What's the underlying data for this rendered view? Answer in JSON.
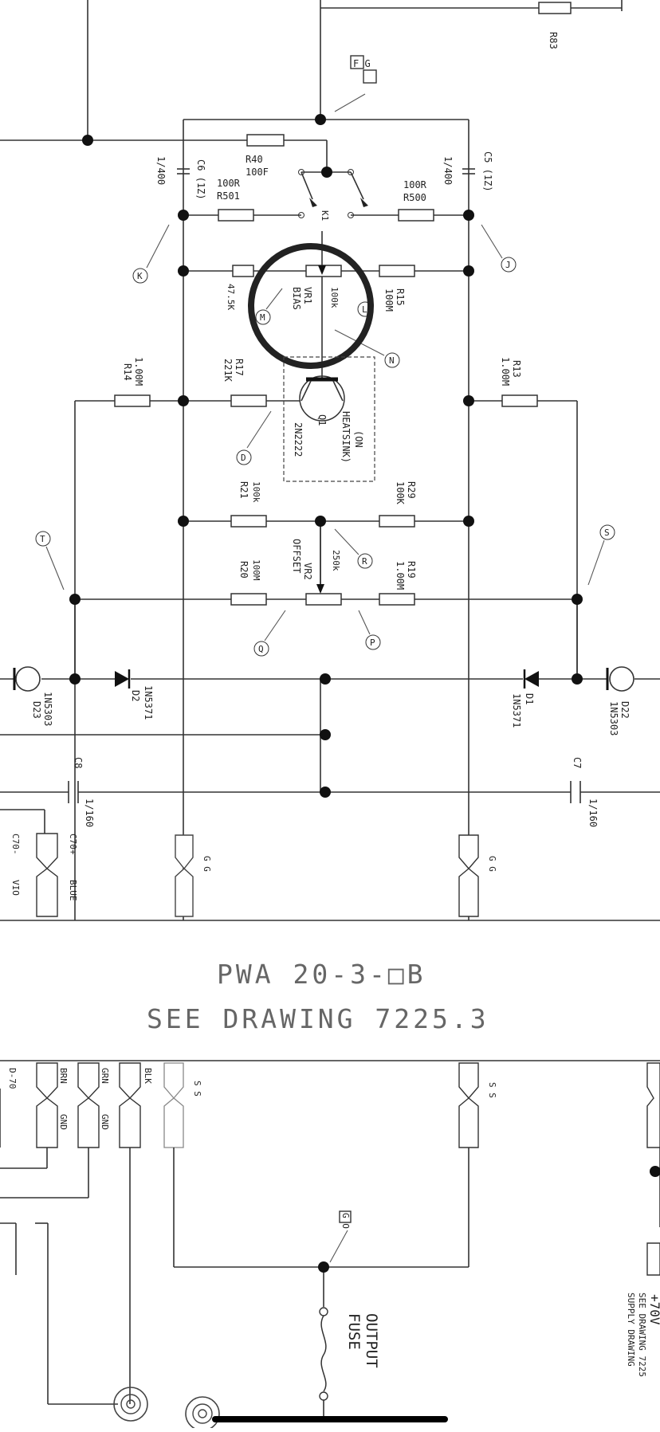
{
  "labels": {
    "r83": "R83",
    "ref_fg": "F G",
    "r40_name": "R40",
    "r40_value": "100F",
    "c6_value": "1/400",
    "c6_name": "C6 (1Z)",
    "r501_value": "100R",
    "r501_name": "R501",
    "c5_value": "1/400",
    "c5_name": "C5 (1Z)",
    "r500_value": "100R",
    "r500_name": "R500",
    "k1": "K1",
    "ref_k": "K",
    "ref_j": "J",
    "r18_value": "47.5K",
    "vr1_value": "100k",
    "vr1_name": "VR1",
    "vr1_func": "BIAS",
    "ref_m": "M",
    "ref_l": "L",
    "r15_name": "R15",
    "r15_value": "100M",
    "ref_n": "N",
    "r14_value": "1.00M",
    "r14_name": "R14",
    "r17_name": "R17",
    "r17_value": "221K",
    "q1_name": "Q1",
    "q1_type": "2N2222",
    "heatsink_1": "(ON",
    "heatsink_2": "HEATSINK)",
    "r13_name": "R13",
    "r13_value": "1.00M",
    "ref_d": "D",
    "r21_value": "100k",
    "r21_name": "R21",
    "r29_name": "R29",
    "r29_value": "100K",
    "ref_t": "T",
    "ref_s": "S",
    "r20_value": "100M",
    "r20_name": "R20",
    "vr2_name": "VR2",
    "vr2_func": "OFFSET",
    "vr2_value": "250k",
    "r19_name": "R19",
    "r19_value": "1.00M",
    "ref_r": "R",
    "ref_q": "Q",
    "ref_p": "P",
    "d23_name": "D23",
    "d23_type": "1N5303",
    "d2_name": "D2",
    "d2_type": "1N5371",
    "d1_name": "D1",
    "d1_type": "1N5371",
    "d22_name": "D22",
    "d22_type": "1N5303",
    "c8_name": "C8",
    "c8_value": "1/160",
    "c7_name": "C7",
    "c7_value": "1/160",
    "c70m": "C70-",
    "c70p": "C70+",
    "vio": "VIO",
    "blue": "BLUE",
    "g_left": "G G",
    "g_right": "G G",
    "pwa": "PWA 20-3-□B",
    "see_drawing": "SEE DRAWING 7225.3",
    "d70": "D-70",
    "brn": "BRN",
    "gnd1": "GND",
    "grn": "GRN",
    "gnd2": "GND",
    "blk": "BLK",
    "s_left": "S S",
    "s_right": "S S",
    "ref_g_out": "G O",
    "output": "OUTPUT",
    "fuse": "FUSE",
    "v70": "+70V",
    "see_dwg_2": "SEE DRAWING 7225",
    "supply_drawing": "SUPPLY DRAWING"
  }
}
